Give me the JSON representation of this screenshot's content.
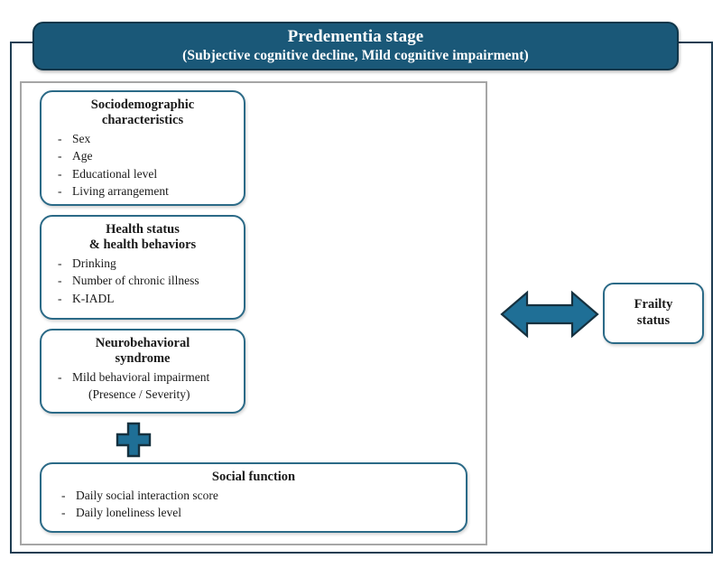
{
  "figure": {
    "header": {
      "title": "Predementia stage",
      "subtitle": "(Subjective cognitive decline, Mild cognitive impairment)",
      "fill_color": "#1a5878",
      "text_color": "#ffffff"
    },
    "outer_frame_color": "#1f3d52",
    "inner_frame_color": "#a6a6a6",
    "card_border_color": "#2b6a87",
    "accent_color": "#1f6f96",
    "cards": [
      {
        "id": "sociodemographic",
        "title_lines": [
          "Sociodemographic",
          "characteristics"
        ],
        "bullet": "-",
        "items": [
          "Sex",
          "Age",
          "Educational level",
          "Living arrangement"
        ]
      },
      {
        "id": "health",
        "title_lines": [
          "Health status",
          "& health behaviors"
        ],
        "bullet": "-",
        "items": [
          "Drinking",
          "Number of chronic illness",
          "K-IADL"
        ]
      },
      {
        "id": "neurobehavioral",
        "title_lines": [
          "Neurobehavioral",
          "syndrome"
        ],
        "bullet": "-",
        "items": [
          "Mild behavioral impairment"
        ],
        "note": "(Presence / Severity)"
      },
      {
        "id": "social-function",
        "title_lines": [
          "Social function"
        ],
        "bullet": "-",
        "items": [
          "Daily social interaction score",
          "Daily loneliness level"
        ]
      }
    ],
    "operator": {
      "name": "plus-symbol",
      "glyph": "+"
    },
    "relation_arrow": {
      "name": "bidirectional-arrow",
      "direction": "both"
    },
    "outcome": {
      "id": "frailty",
      "title_lines": [
        "Frailty",
        "status"
      ]
    }
  }
}
